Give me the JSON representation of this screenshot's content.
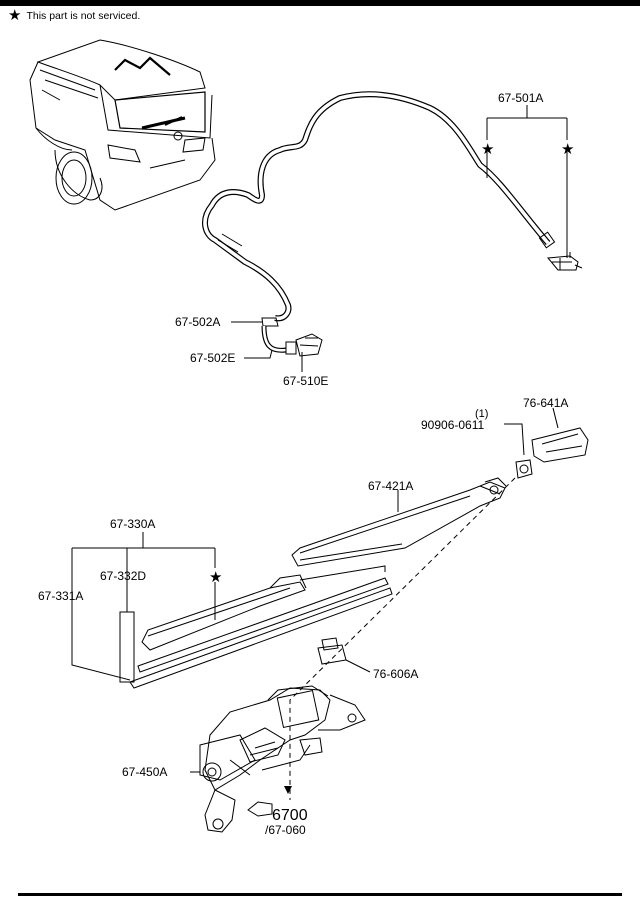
{
  "legend": {
    "symbol": "★",
    "text": "This part is not serviced."
  },
  "labels": {
    "p67_501A": "67-501A",
    "p67_502A": "67-502A",
    "p67_502E": "67-502E",
    "p67_510E": "67-510E",
    "p76_641A": "76-641A",
    "qty_90906": "(1)",
    "p90906_0611": "90906-0611",
    "p67_421A": "67-421A",
    "p67_330A": "67-330A",
    "p67_332D": "67-332D",
    "p67_331A": "67-331A",
    "p76_606A": "76-606A",
    "p67_450A": "67-450A",
    "ref_6700": "6700",
    "ref_67_060": "/67-060"
  },
  "stars": "★"
}
